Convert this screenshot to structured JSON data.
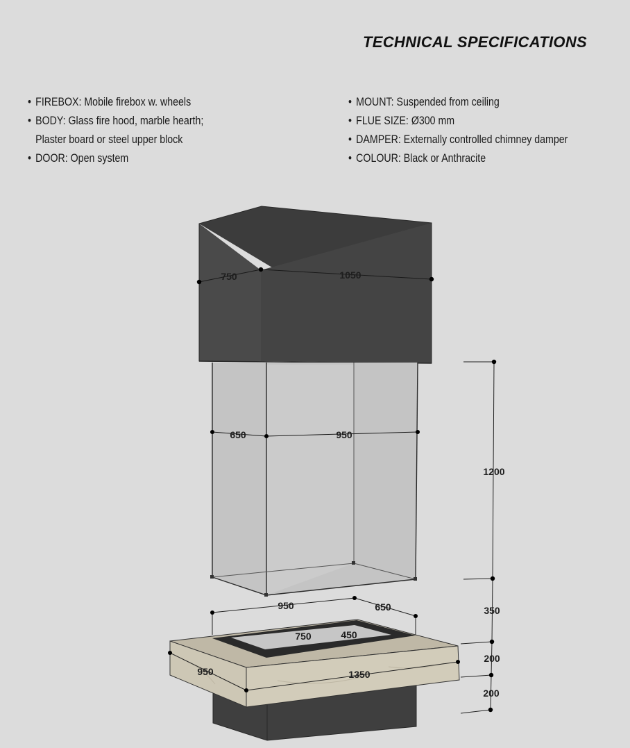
{
  "title": "TECHNICAL SPECIFICATIONS",
  "specs_left": [
    {
      "key": "FIREBOX",
      "value": ": Mobile firebox w. wheels",
      "cont": ""
    },
    {
      "key": "BODY",
      "value": ": Glass fire hood, marble hearth;",
      "cont": "Plaster board or steel upper block"
    },
    {
      "key": "DOOR",
      "value": ": Open system",
      "cont": ""
    }
  ],
  "specs_right": [
    {
      "key": "MOUNT",
      "value": ": Suspended from ceiling",
      "cont": ""
    },
    {
      "key": "FLUE SIZE",
      "value": ": Ø300 mm",
      "cont": ""
    },
    {
      "key": "DAMPER",
      "value": ": Externally controlled chimney damper",
      "cont": ""
    },
    {
      "key": "COLOUR",
      "value": ": Black or Anthracite",
      "cont": ""
    }
  ],
  "dimensions": {
    "hood_depth": "750",
    "hood_width": "1050",
    "glass_depth": "650",
    "glass_width": "950",
    "glass_height": "1200",
    "base_top_width": "950",
    "base_top_depth": "650",
    "firebox_width": "750",
    "firebox_depth": "450",
    "hearth_depth": "950",
    "hearth_width": "1350",
    "gap_height": "350",
    "hearth_height": "200",
    "plinth_height": "200"
  },
  "colors": {
    "background": "#dcdcdc",
    "hood": "#464646",
    "glass": "#c9c9c9",
    "marble": "#cfc9b8",
    "plinth": "#3e3e3e"
  }
}
